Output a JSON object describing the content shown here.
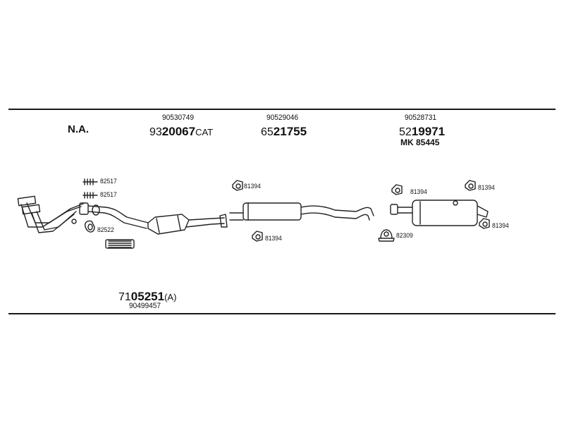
{
  "header": {
    "na_label": "N.A.",
    "group1": {
      "top": "90530749",
      "prefix": "93",
      "bold": "20067",
      "suffix": "CAT"
    },
    "group2": {
      "top": "90529046",
      "prefix": "65",
      "bold": "21755",
      "suffix": ""
    },
    "group3": {
      "top": "90528731",
      "prefix": "52",
      "bold": "19971",
      "suffix": "",
      "kit": "MK  85445"
    }
  },
  "footer": {
    "prefix": "71",
    "bold": "05251",
    "suffix": "(A)",
    "sub": "90499457"
  },
  "callouts": {
    "bolt_a": "82517",
    "bolt_b": "82517",
    "gasket": "82522",
    "hanger_front_top": "81394",
    "hanger_front_bottom": "81394",
    "hanger_rear_left": "81394",
    "hanger_rear_right_top": "81394",
    "hanger_rear_right_bottom": "81394",
    "clamp": "82309"
  }
}
